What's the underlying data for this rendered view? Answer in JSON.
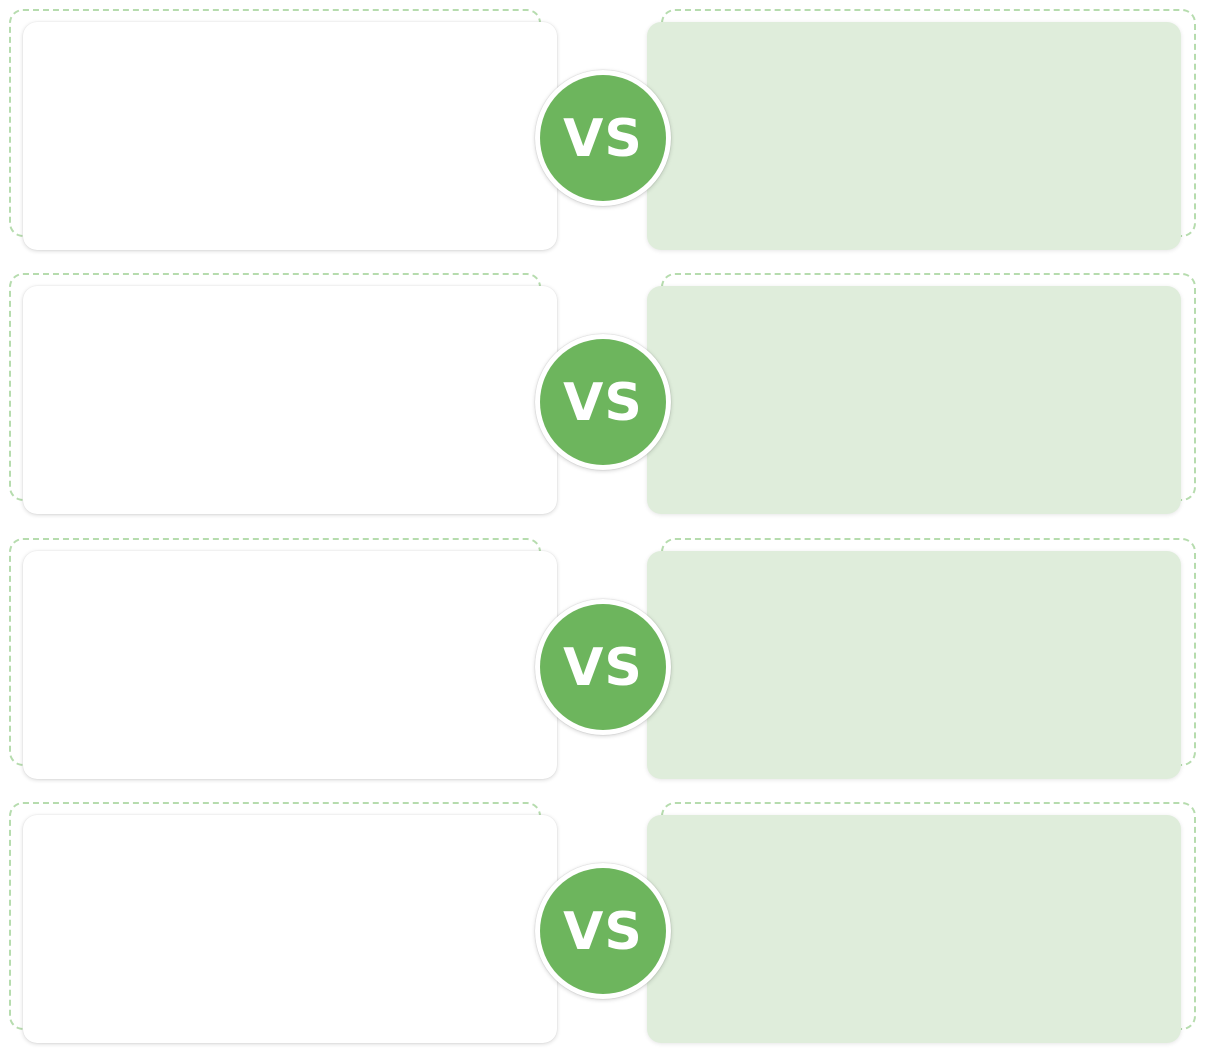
{
  "comparisons": [
    {
      "vs_label": "VS",
      "left_text": "",
      "right_text": ""
    },
    {
      "vs_label": "VS",
      "left_text": "",
      "right_text": ""
    },
    {
      "vs_label": "VS",
      "left_text": "",
      "right_text": ""
    },
    {
      "vs_label": "VS",
      "left_text": "",
      "right_text": ""
    }
  ],
  "colors": {
    "badge_green": "#6db55d",
    "right_card_fill": "#dfeddb",
    "dash_outline": "#b6dcae"
  }
}
